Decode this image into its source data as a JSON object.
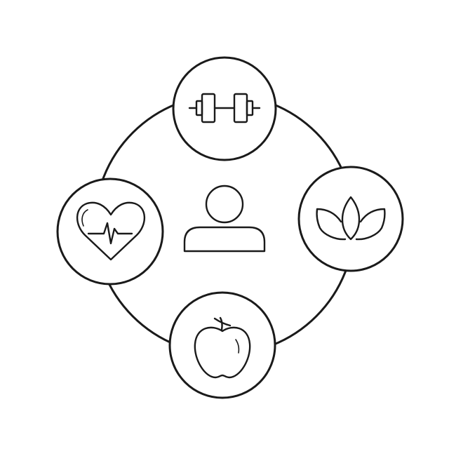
{
  "diagram": {
    "center": {
      "icon": "person-icon"
    },
    "nodes": [
      {
        "id": "fitness",
        "icon": "dumbbell-icon"
      },
      {
        "id": "mindfulness",
        "icon": "lotus-icon"
      },
      {
        "id": "nutrition",
        "icon": "apple-icon"
      },
      {
        "id": "heart-health",
        "icon": "heartbeat-icon"
      }
    ],
    "colors": {
      "stroke": "#1a1a1a",
      "background": "#ffffff"
    }
  }
}
